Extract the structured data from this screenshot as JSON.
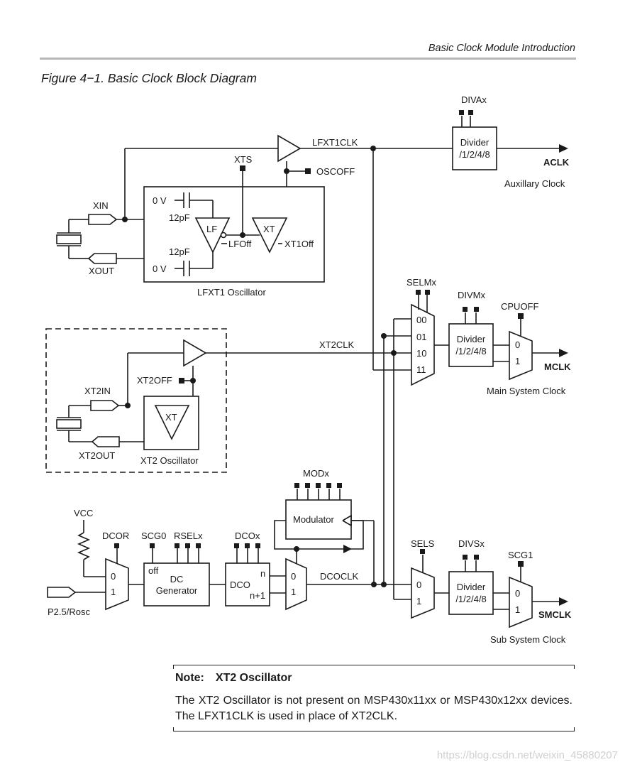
{
  "header": {
    "section_title": "Basic Clock Module Introduction"
  },
  "figure": {
    "caption": "Figure 4−1. Basic Clock Block Diagram"
  },
  "labels": {
    "divax": "DIVAx",
    "divider_l1": "Divider",
    "divider_l2": "/1/2/4/8",
    "lfxt1clk": "LFXT1CLK",
    "aclk": "ACLK",
    "auxillary_clock": "Auxillary Clock",
    "xts": "XTS",
    "oscoff": "OSCOFF",
    "xin": "XIN",
    "xout": "XOUT",
    "zero_v": "0 V",
    "cap_12pf": "12pF",
    "lf": "LF",
    "xt": "XT",
    "lfoff": "LFOff",
    "xt1off": "XT1Off",
    "lfxt1_oscillator": "LFXT1 Oscillator",
    "selmx": "SELMx",
    "divmx": "DIVMx",
    "cpuoff": "CPUOFF",
    "mux_00": "00",
    "mux_01": "01",
    "mux_10": "10",
    "mux_11": "11",
    "zero": "0",
    "one": "1",
    "mclk": "MCLK",
    "main_system_clock": "Main System Clock",
    "xt2clk": "XT2CLK",
    "xt2off": "XT2OFF",
    "xt2in": "XT2IN",
    "xt2out": "XT2OUT",
    "xt2_oscillator": "XT2 Oscillator",
    "modx": "MODx",
    "modulator": "Modulator",
    "vcc": "VCC",
    "dcor": "DCOR",
    "scg0": "SCG0",
    "rselx": "RSELx",
    "dcox": "DCOx",
    "off": "off",
    "dc_l1": "DC",
    "dc_l2": "Generator",
    "dco": "DCO",
    "n": "n",
    "n_plus_1": "n+1",
    "dcoclk": "DCOCLK",
    "p25rosc": "P2.5/Rosc",
    "sels": "SELS",
    "divsx": "DIVSx",
    "scg1": "SCG1",
    "smclk": "SMCLK",
    "sub_system_clock": "Sub System Clock"
  },
  "note": {
    "label": "Note:",
    "title": "XT2 Oscillator",
    "body": "The XT2 Oscillator is not present on MSP430x11xx or MSP430x12xx devices. The LFXT1CLK is used in place of XT2CLK."
  },
  "watermark": "https://blog.csdn.net/weixin_45880207"
}
